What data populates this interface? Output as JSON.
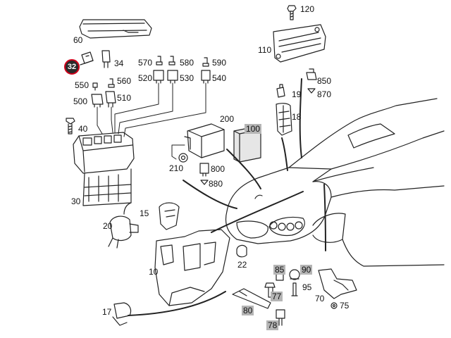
{
  "callouts": {
    "c60": "60",
    "c120": "120",
    "c110": "110",
    "c32": "32",
    "c34": "34",
    "c570": "570",
    "c580": "580",
    "c590": "590",
    "c520": "520",
    "c530": "530",
    "c540": "540",
    "c550": "550",
    "c560": "560",
    "c500": "500",
    "c510": "510",
    "c850": "850",
    "c870": "870",
    "c19": "19",
    "c18": "18",
    "c40": "40",
    "c200": "200",
    "c100": "100",
    "c210": "210",
    "c800": "800",
    "c880": "880",
    "c30": "30",
    "c15": "15",
    "c20": "20",
    "c22": "22",
    "c10": "10",
    "c85": "85",
    "c90": "90",
    "c95": "95",
    "c77": "77",
    "c80": "80",
    "c70": "70",
    "c75": "75",
    "c17": "17",
    "c78": "78"
  },
  "colors": {
    "line": "#222222",
    "highlight_box": "#b5b5b5",
    "selected_ring": "#d0021b"
  }
}
